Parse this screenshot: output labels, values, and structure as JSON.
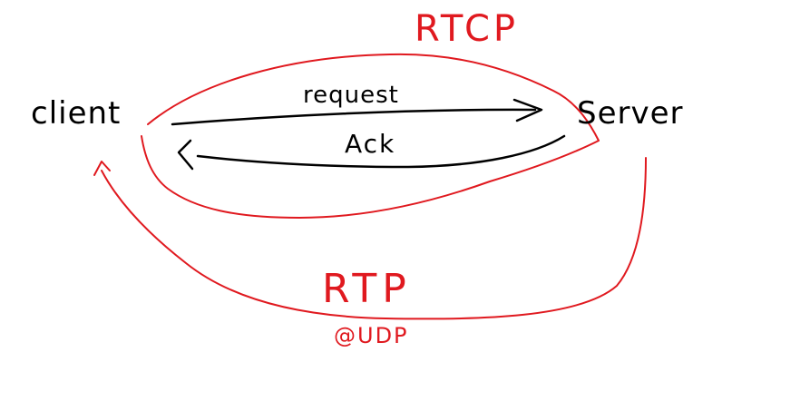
{
  "colors": {
    "background": "#ffffff",
    "ink": "#000000",
    "accent": "#e0191f"
  },
  "nodes": {
    "client": "client",
    "server": "Server"
  },
  "messages": {
    "request": "request",
    "ack": "Ack"
  },
  "protocols": {
    "rtcp": "RTCP",
    "rtp": "RTP",
    "udp": "@UDP"
  }
}
